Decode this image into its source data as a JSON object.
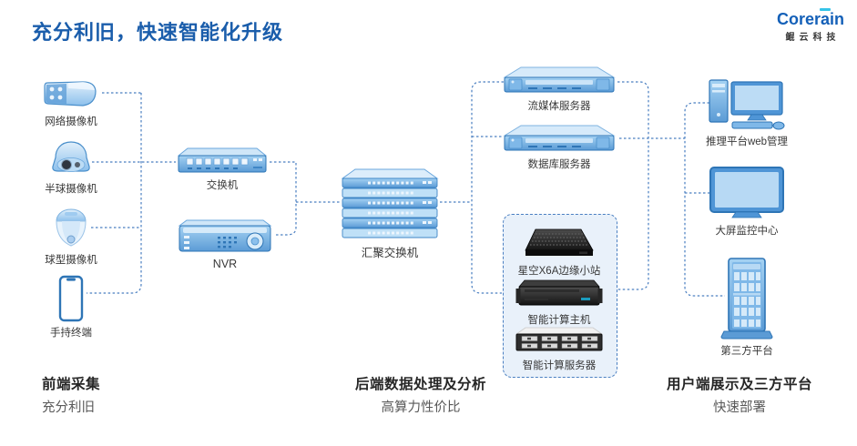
{
  "header": {
    "title": "充分利旧，快速智能化升级",
    "logo": {
      "brand_pre": "Corer",
      "brand_a": "a",
      "brand_post": "in",
      "subtitle": "鲲云科技"
    }
  },
  "frontend": {
    "devices": [
      {
        "label": "网络摄像机",
        "icon": "bullet-camera-icon"
      },
      {
        "label": "半球摄像机",
        "icon": "dome-camera-icon"
      },
      {
        "label": "球型摄像机",
        "icon": "ptz-camera-icon"
      },
      {
        "label": "手持终端",
        "icon": "smartphone-icon"
      }
    ]
  },
  "midline": {
    "devices": [
      {
        "label": "交换机",
        "icon": "switch-icon"
      },
      {
        "label": "NVR",
        "icon": "nvr-icon"
      },
      {
        "label": "汇聚交换机",
        "icon": "aggregation-switch-icon"
      }
    ]
  },
  "backend": {
    "servers": [
      {
        "label": "流媒体服务器",
        "icon": "rack-server-icon"
      },
      {
        "label": "数据库服务器",
        "icon": "rack-server-icon"
      }
    ],
    "edge_group": [
      {
        "label": "星空X6A边缘小站",
        "icon": "edge-box-icon"
      },
      {
        "label": "智能计算主机",
        "icon": "compute-host-icon"
      },
      {
        "label": "智能计算服务器",
        "icon": "compute-server-icon"
      }
    ]
  },
  "client": {
    "devices": [
      {
        "label": "推理平台web管理",
        "icon": "desktop-pc-icon"
      },
      {
        "label": "大屏监控中心",
        "icon": "monitor-icon"
      },
      {
        "label": "第三方平台",
        "icon": "tower-server-icon"
      }
    ]
  },
  "sections": [
    {
      "title": "前端采集",
      "subtitle": "充分利旧"
    },
    {
      "title": "后端数据处理及分析",
      "subtitle": "高算力性价比"
    },
    {
      "title": "用户端展示及三方平台",
      "subtitle": "快速部署"
    }
  ],
  "colors": {
    "title_blue": "#1a5dab",
    "connector": "#4a7fc1",
    "logo_blue": "#1460b8",
    "logo_cyan": "#35c4e8",
    "box_fill": "#e9f1fa"
  }
}
